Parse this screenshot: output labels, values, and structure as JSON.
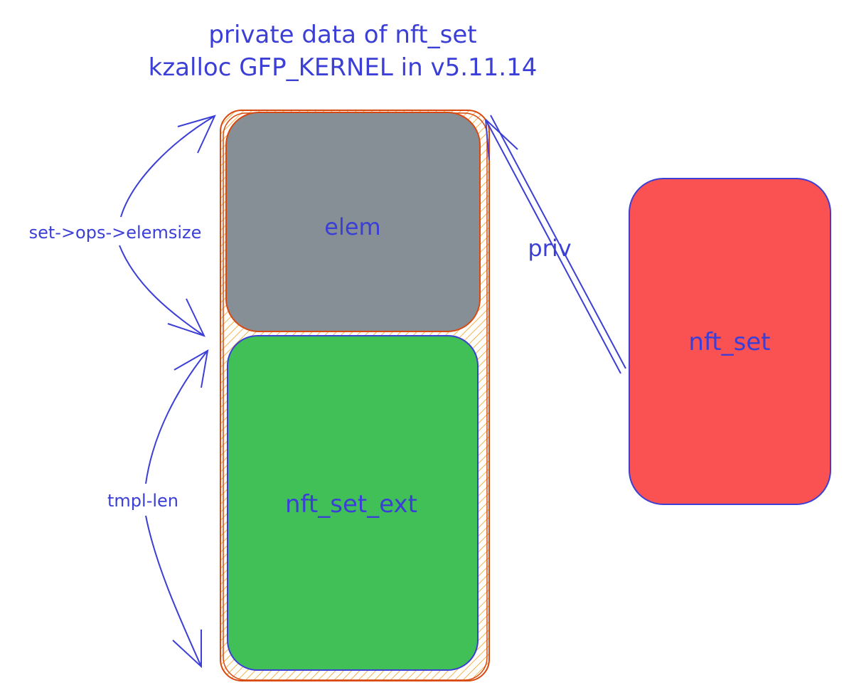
{
  "title": {
    "line1": "private data of nft_set",
    "line2": "kzalloc GFP_KERNEL in v5.11.14"
  },
  "blocks": {
    "elem": "elem",
    "ext": "nft_set_ext",
    "set": "nft_set"
  },
  "labels": {
    "elemsize": "set->ops->elemsize",
    "tmpl_len": "tmpl-len",
    "priv": "priv"
  },
  "colors": {
    "ink": "#3b3fd6",
    "outline": "#d9480f",
    "hatch": "#f0a020",
    "elem_fill": "#868e96",
    "ext_fill": "#40c057",
    "set_fill": "#fa5252"
  }
}
